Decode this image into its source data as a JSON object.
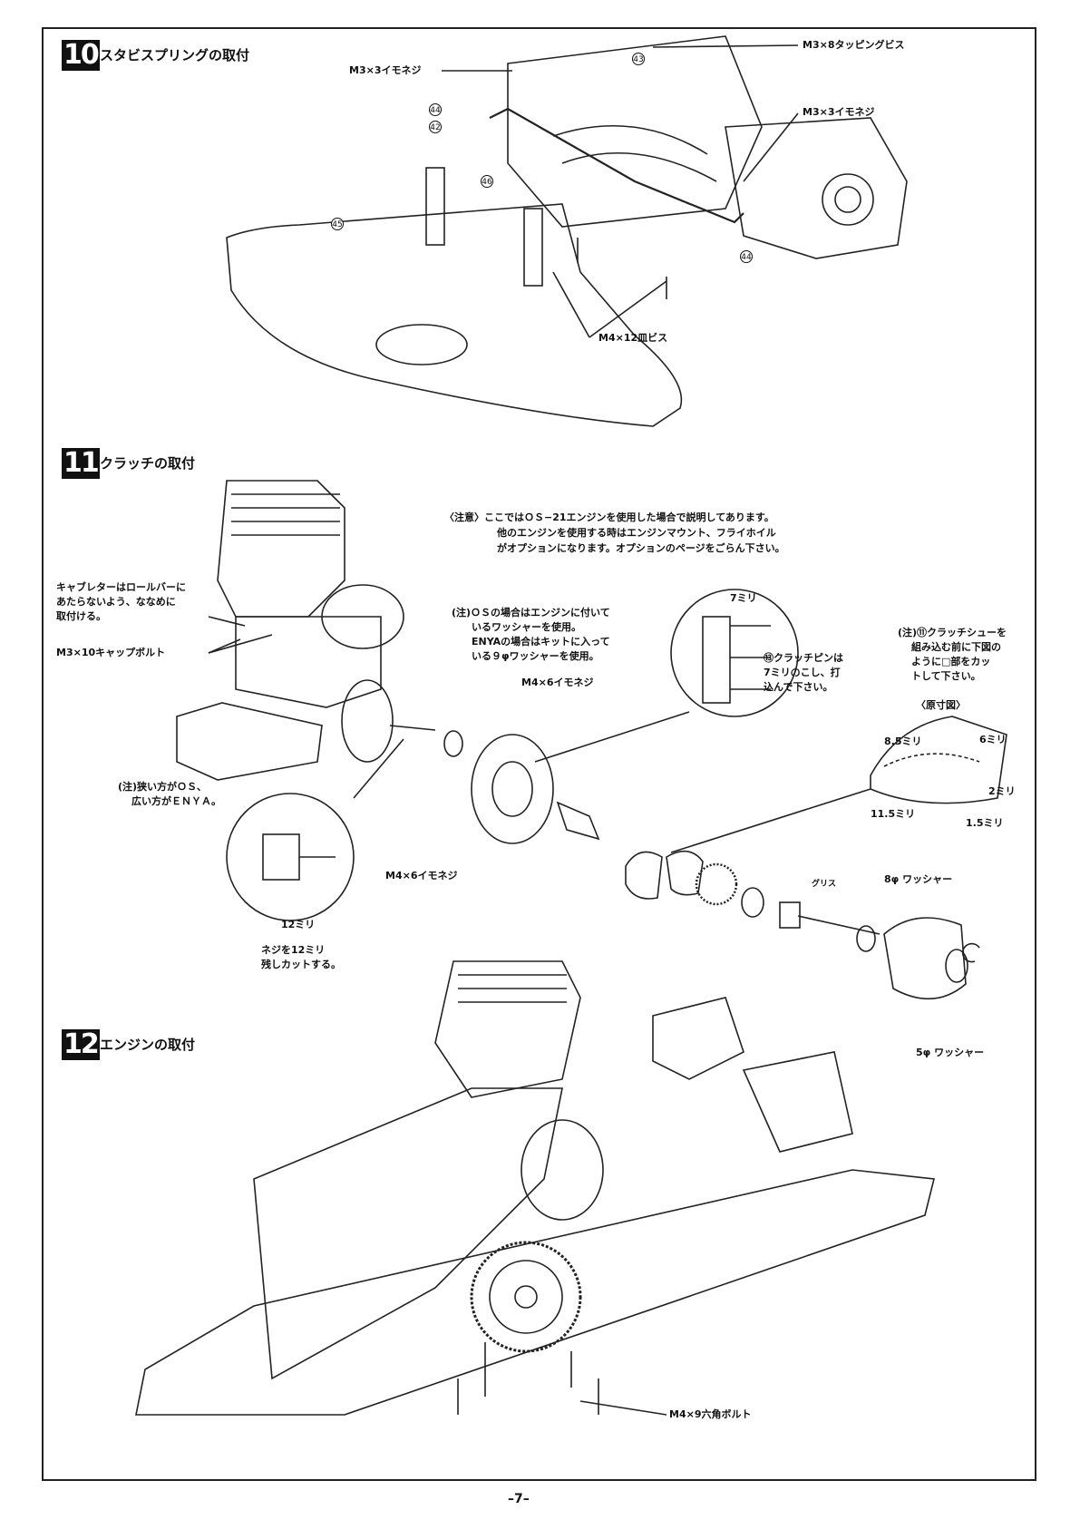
{
  "page_number": "–7–",
  "section10": {
    "number": "10",
    "title": "スタビスプリングの取付",
    "labels": {
      "m3x8_tapping": "M3×8タッピングビス",
      "m3x3_setscrew_left": "M3×3イモネジ",
      "m3x3_setscrew_right": "M3×3イモネジ",
      "m4x12_flat": "M4×12皿ビス"
    },
    "callouts": [
      "43",
      "44",
      "42",
      "46",
      "45",
      "44"
    ]
  },
  "section11": {
    "number": "11",
    "title": "クラッチの取付",
    "note": {
      "line1": "〈注意〉ここではＯＳ−21エンジンを使用した場合で説明してあります。",
      "line2": "他のエンジンを使用する時はエンジンマウント、フライホイル",
      "line3": "がオプションになります。オプションのページをごらん下さい。"
    },
    "carb_note": [
      "キャブレターはロールバーに",
      "あたらないよう、ななめに",
      "取付ける。"
    ],
    "cap_bolt": "M3×10キャップボルト",
    "mount_note": [
      "(注)狭い方がＯＳ、",
      "広い方がＥＮＹＡ。"
    ],
    "washer_note": [
      "(注)ＯＳの場合はエンジンに付いて",
      "いるワッシャーを使用。",
      "ENYAの場合はキットに入って",
      "いる９φワッシャーを使用。"
    ],
    "m4x6_top": "M4×6イモネジ",
    "m4x6_bottom": "M4×6イモネジ",
    "pin_dim": "7ミリ",
    "pin_note": [
      "⑬クラッチピンは",
      "7ミリのこし、打",
      "込んで下さい。"
    ],
    "shoe_note": [
      "(注)⑪クラッチシューを",
      "組み込む前に下図の",
      "ように□部をカッ",
      "トして下さい。"
    ],
    "full_size": "〈原寸図〉",
    "dims": {
      "d1": "8.5ミリ",
      "d2": "6ミリ",
      "d3": "2ミリ",
      "d4": "11.5ミリ",
      "d5": "1.5ミリ"
    },
    "screw_dim": "12ミリ",
    "cut_note": [
      "ネジを12ミリ",
      "残しカットする。"
    ],
    "washer8": "8φ ワッシャー",
    "washer5": "5φ ワッシャー",
    "grease": "グリス"
  },
  "section12": {
    "number": "12",
    "title": "エンジンの取付",
    "hex_bolt": "M4×9六角ボルト"
  }
}
